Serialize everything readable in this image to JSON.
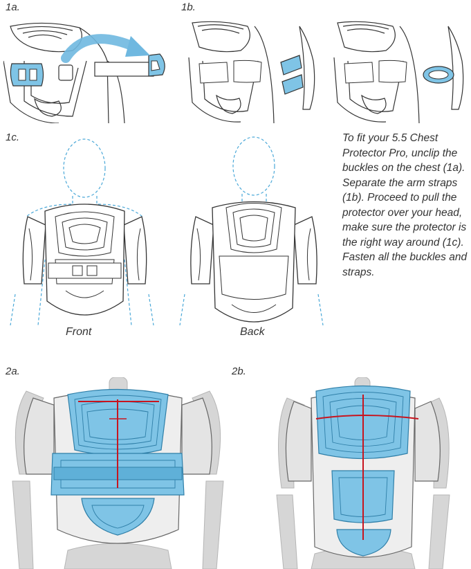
{
  "labels": {
    "step_1a": "1a.",
    "step_1b": "1b.",
    "step_1c": "1c.",
    "step_2a": "2a.",
    "step_2b": "2b."
  },
  "captions": {
    "front": "Front",
    "back": "Back"
  },
  "instructions": "To fit your 5.5 Chest Protector Pro, unclip the buckles on the chest (1a). Separate the arm straps (1b). Proceed to pull the protector over your head, make sure the protector is the right way around (1c). Fasten all the buckles and straps.",
  "colors": {
    "accent_blue": "#7fc4e6",
    "strap_blue": "#6fb8e0",
    "measure_red": "#c8141e",
    "line_dark": "#333333",
    "skeleton_gray": "#c9c9c9"
  }
}
